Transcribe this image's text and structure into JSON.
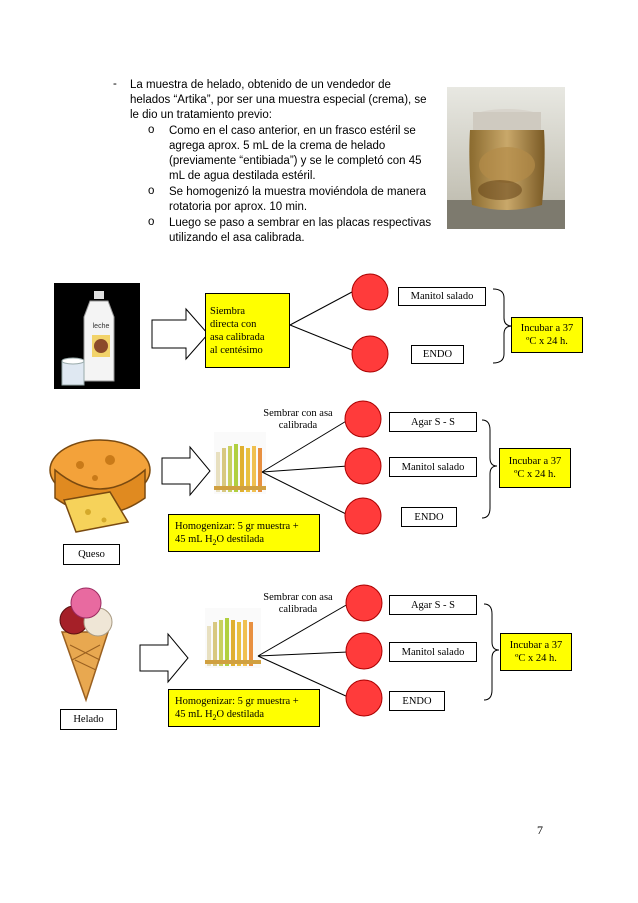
{
  "text": {
    "dash": "-",
    "intro_lines": [
      "La muestra de helado, obtenido de un vendedor de",
      "helados “Artika”, por ser una muestra especial (crema), se",
      "le dio un tratamiento previo:"
    ],
    "bullet_glyph": "o",
    "sub_items": [
      [
        "Como en el caso anterior, en un frasco estéril se",
        "agrega aprox. 5 mL de la crema de helado",
        "(previamente “entibiada”) y se le completó con 45",
        "mL de agua destilada estéril."
      ],
      [
        "Se homogenizó la muestra moviéndola de manera",
        "rotatoria por aprox. 10 min."
      ],
      [
        "Luego se paso a sembrar en las placas respectivas",
        "utilizando el asa calibrada."
      ]
    ]
  },
  "leche_flow": {
    "siembra": [
      "Siembra",
      "directa con",
      "asa calibrada",
      "al centésimo"
    ],
    "media": [
      "Manitol salado",
      "ENDO"
    ],
    "incubate": "Incubar a 37 ºC x 24 h."
  },
  "queso_flow": {
    "label": "Queso",
    "sembrar": "Sembrar con asa calibrada",
    "homog": {
      "main": "Homogenizar: 5 gr muestra +",
      "line2_prefix": "45 mL H",
      "subscript": "2",
      "line2_suffix": "O destilada"
    },
    "media": [
      "Agar S - S",
      "Manitol salado",
      "ENDO"
    ],
    "incubate": "Incubar a 37 ºC x 24 h."
  },
  "helado_flow": {
    "label": "Helado",
    "sembrar": "Sembrar con asa calibrada",
    "homog": {
      "main": "Homogenizar: 5 gr muestra +",
      "line2_prefix": "45 mL H",
      "subscript": "2",
      "line2_suffix": "O destilada"
    },
    "media": [
      "Agar S - S",
      "Manitol salado",
      "ENDO"
    ],
    "incubate": "Incubar a 37 ºC x 24 h."
  },
  "illustrations": {
    "milk_label": "leche"
  },
  "page_number": "7",
  "colors": {
    "plate": "#ff3b3b",
    "highlight": "#ffff00"
  }
}
